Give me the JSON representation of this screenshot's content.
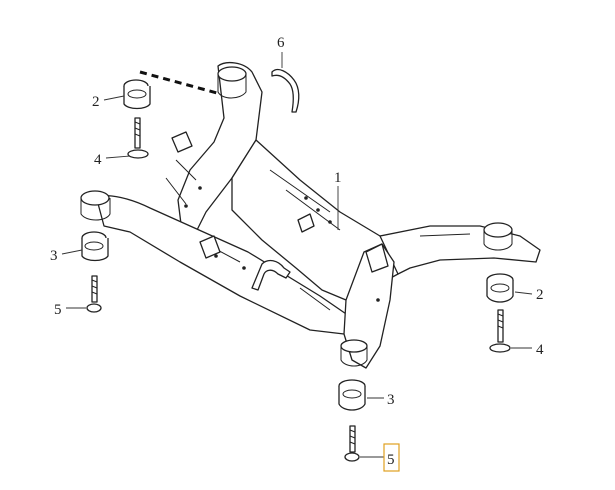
{
  "callouts": {
    "c1": "1",
    "c2a": "2",
    "c2b": "2",
    "c3a": "3",
    "c3b": "3",
    "c4a": "4",
    "c4b": "4",
    "c5a": "5",
    "c5b": "5",
    "c6": "6"
  },
  "colors": {
    "line": "#222222",
    "background": "#ffffff",
    "highlight": "#e0a020"
  },
  "selected_callout": "c5b"
}
